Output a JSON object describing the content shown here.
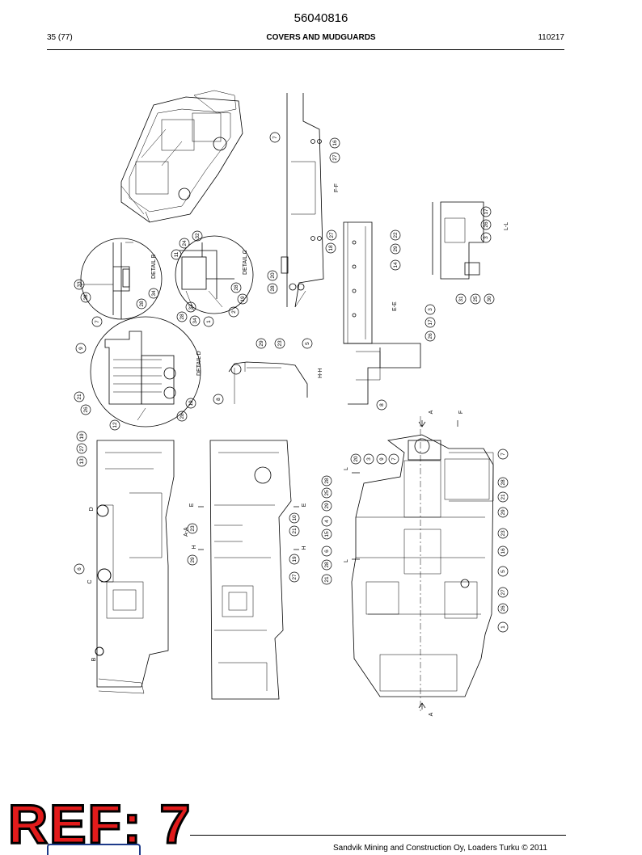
{
  "header": {
    "doc_number": "56040816",
    "page_info": "35 (77)",
    "section_title": "COVERS AND MUDGUARDS",
    "date_code": "110217"
  },
  "views": {
    "detail_b": "DETAIL B",
    "detail_c": "DETAIL C",
    "detail_d": "DETAIL D",
    "section_aa": "A-A",
    "section_ee": "E-E",
    "section_ff": "F-F",
    "section_hh": "H-H",
    "section_ll": "L-L"
  },
  "callouts": {
    "detail_b": [
      "33",
      "28",
      "28",
      "34"
    ],
    "detail_c": [
      "11",
      "24",
      "32",
      "28",
      "19",
      "2",
      "1",
      "34",
      "28",
      "33"
    ],
    "detail_d": [
      "7",
      "9",
      "21",
      "26",
      "12",
      "28",
      "19"
    ],
    "section_ff": [
      "7",
      "16",
      "27",
      "18",
      "27",
      "20",
      "28"
    ],
    "section_ee": [
      "22",
      "29",
      "14",
      "3",
      "17",
      "26"
    ],
    "section_hh": [
      "29",
      "23",
      "5",
      "8"
    ],
    "section_ll": [
      "17",
      "26",
      "3",
      "31",
      "25",
      "30"
    ],
    "section_aa": [
      "13",
      "27",
      "19",
      "6"
    ],
    "side_view": [
      "23",
      "29",
      "10",
      "21",
      "19",
      "27"
    ],
    "plan_left": [
      "20",
      "3",
      "9",
      "7",
      "28",
      "25",
      "29",
      "4",
      "15",
      "6",
      "28",
      "21"
    ],
    "plan_right": [
      "7",
      "28",
      "21",
      "29",
      "23",
      "16",
      "5",
      "27",
      "26",
      "1"
    ],
    "section_markers": [
      "A",
      "A",
      "F",
      "L",
      "L",
      "E",
      "E",
      "H",
      "H",
      "B",
      "C",
      "D"
    ]
  },
  "footer": {
    "copyright": "Sandvik Mining and Construction Oy, Loaders Turku © 2011",
    "ref_stamp": "REF: 7"
  },
  "colors": {
    "ref_stamp_fill": "#e21b1b",
    "ref_stamp_outline": "#000000",
    "logo_outline": "#1e3b8a",
    "line_color": "#000000"
  }
}
